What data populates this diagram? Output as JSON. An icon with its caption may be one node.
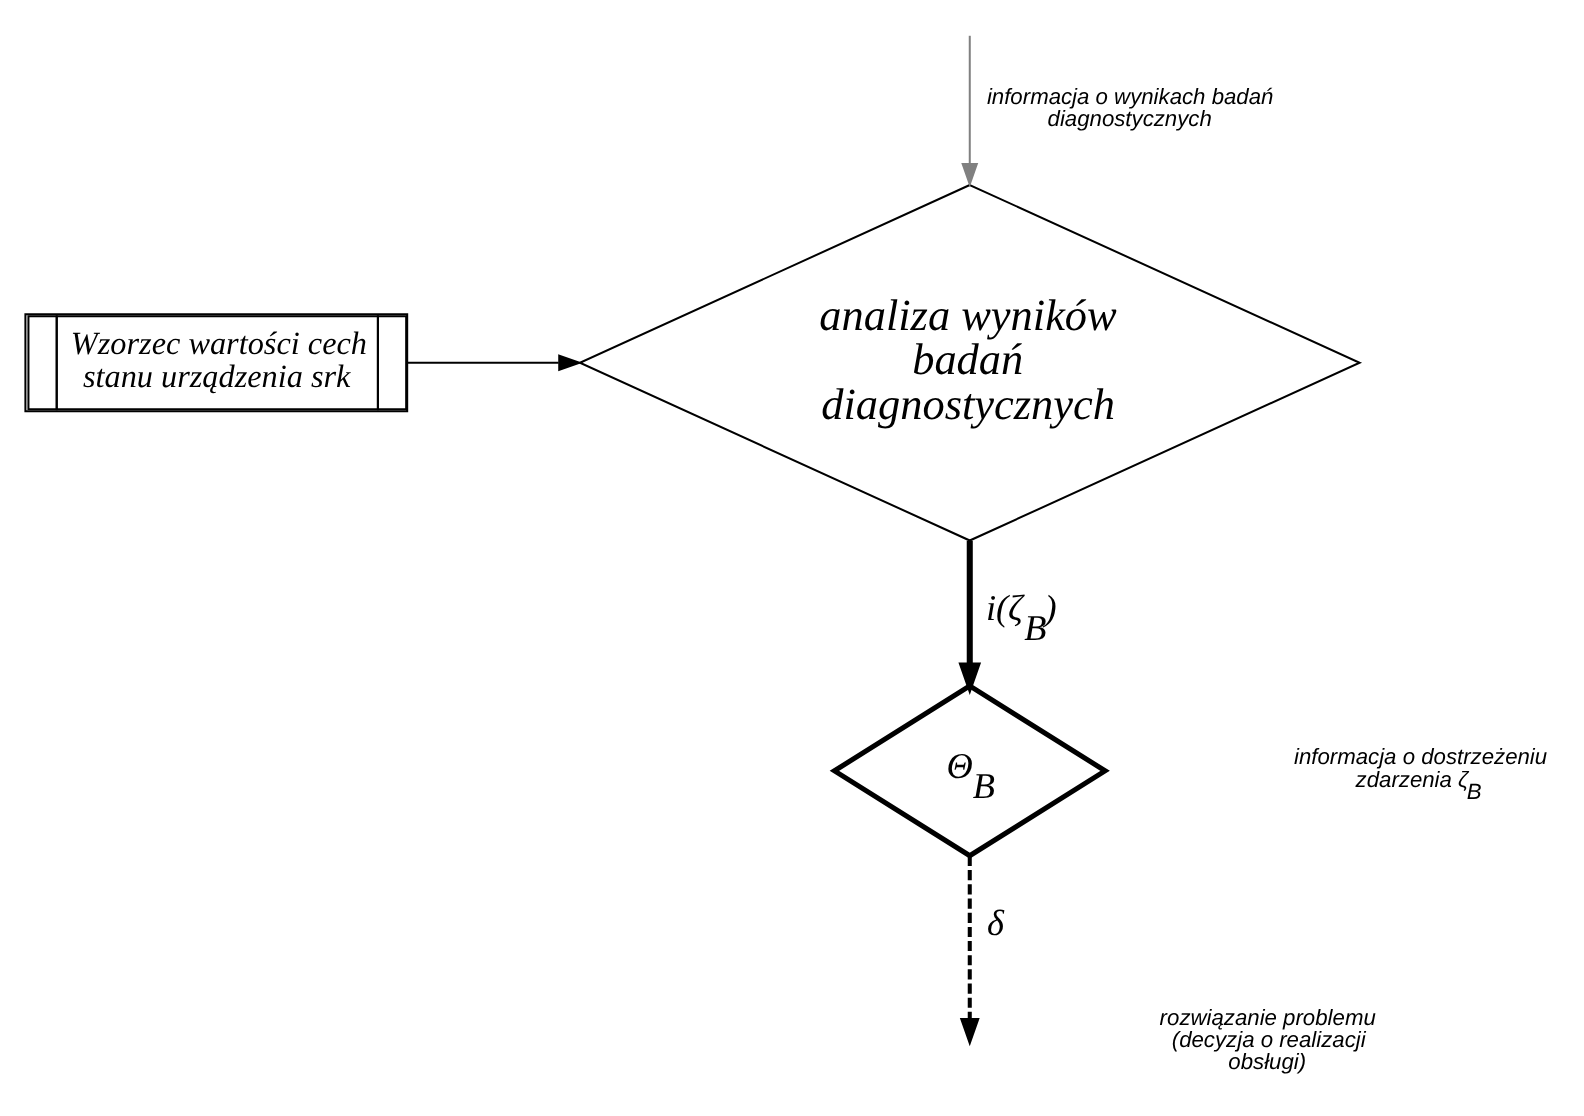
{
  "diagram": {
    "nodes": [
      {
        "text": [
          "Wzorzec wartości cech stanu urządzenia srk"
        ]
      },
      {
        "text": [
          "analiza wyników badań diagnostycznych"
        ]
      },
      {
        "text": [
          "Θ$_{B}$"
        ]
      }
    ],
    "edges": [
      {
        "from": null,
        "to": 1,
        "arrow": "to",
        "label": "informacja o wynikach badań diagnostycznych",
        "color": "#808080"
      },
      {
        "from": 0,
        "to": 1,
        "arrow": "to"
      },
      {
        "from": 1,
        "to": 2,
        "arrow": "to",
        "label": "i(ζ$_{B}$)",
        "style": "thick"
      },
      {
        "from": 2,
        "to": null,
        "arrow": "to",
        "label": "δ",
        "style": "dashed"
      }
    ],
    "labels": [
      "informacja o dostrzeżeniu zdarzenia ζ$_{B}$",
      "rozwiązanie problemu (decyzja o realizacji obsługi)"
    ]
  }
}
